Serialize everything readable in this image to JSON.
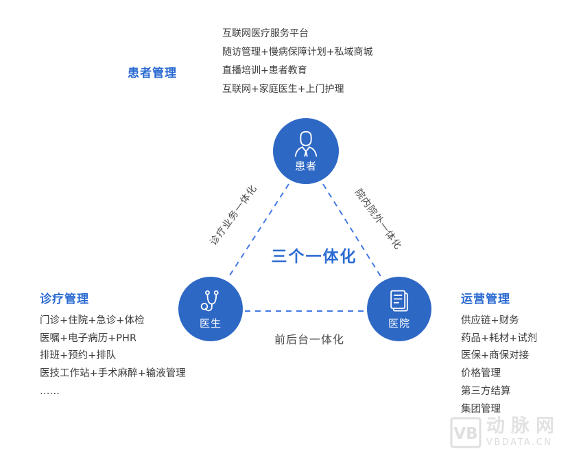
{
  "colors": {
    "circle_blue": "#2e68c5",
    "dash_blue": "#4478e6",
    "heading_blue": "#2a6ad2",
    "center_title_blue": "#2b6bd3",
    "body_text": "#3d3d3d",
    "edge_label_gray": "#4d4d4d",
    "watermark_gray": "#e2e2e2"
  },
  "center_title": "三个一体化",
  "patient_section": {
    "title": "患者管理",
    "items": [
      "互联网医疗服务平台",
      "随访管理+慢病保障计划+私域商城",
      "直播培训+患者教育",
      "互联网+家庭医生+上门护理"
    ]
  },
  "diagnosis_section": {
    "title": "诊疗管理",
    "items": [
      "门诊+住院+急诊+体检",
      "医嘱+电子病历+PHR",
      "排班+预约+排队",
      "医技工作站+手术麻醉+输液管理",
      "……"
    ]
  },
  "operations_section": {
    "title": "运营管理",
    "items": [
      "供应链+财务",
      "药品+耗材+试剂",
      "医保+商保对接",
      "价格管理",
      "第三方结算",
      "集团管理"
    ]
  },
  "nodes": {
    "patient": "患者",
    "doctor": "医生",
    "hospital": "医院"
  },
  "edges": {
    "left": "诊疗业务一体化",
    "right": "院内院外一体化",
    "bottom": "前后台一体化"
  },
  "watermark": {
    "logo": "VB",
    "brand": "动脉网",
    "domain": "VBDATA.CN"
  }
}
